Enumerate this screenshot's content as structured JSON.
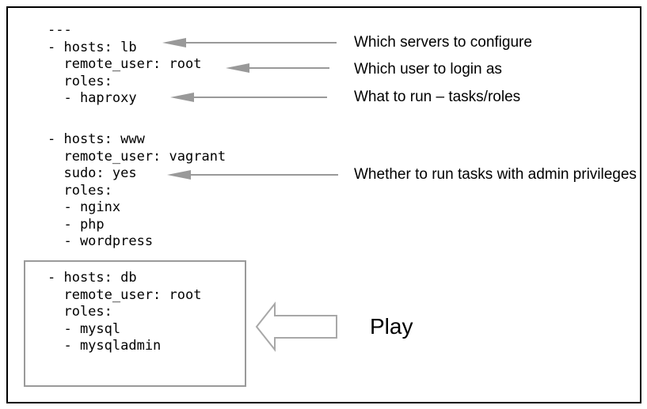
{
  "colors": {
    "frame_border": "#000000",
    "arrow_gray": "#999999",
    "box_border": "#9a9a9a",
    "big_arrow_outline": "#a8a8a8",
    "text": "#000000"
  },
  "code": {
    "block_lb": [
      "---",
      "- hosts: lb",
      "  remote_user: root",
      "  roles:",
      "  - haproxy"
    ],
    "block_www": [
      "- hosts: www",
      "  remote_user: vagrant",
      "  sudo: yes",
      "  roles:",
      "  - nginx",
      "  - php",
      "  - wordpress"
    ],
    "block_db": [
      "- hosts: db",
      "  remote_user: root",
      "  roles:",
      "  - mysql",
      "  - mysqladmin"
    ]
  },
  "annotations": [
    {
      "text": "Which servers to configure"
    },
    {
      "text": "Which user to login as"
    },
    {
      "text": "What to run – tasks/roles"
    },
    {
      "text": "Whether to run tasks with admin privileges"
    }
  ],
  "play_callout": {
    "label": "Play"
  }
}
